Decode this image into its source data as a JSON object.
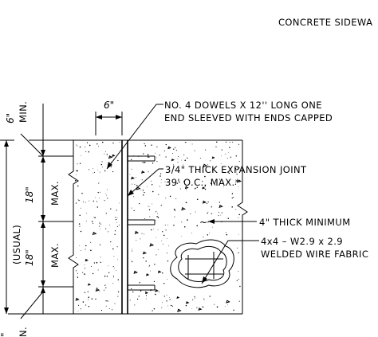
{
  "title": "CONCRETE SIDEWA",
  "callouts": {
    "dowels_line1": "NO. 4 DOWELS X 12'' LONG ONE",
    "dowels_line2": "END SLEEVED WITH ENDS CAPPED",
    "joint_line1": "3/4\" THICK EXPANSION JOINT",
    "joint_line2": "39' O.C., MAX.*",
    "thickness": "4\" THICK MINIMUM",
    "fabric_line1": "4x4 – W2.9 x 2.9",
    "fabric_line2": "WELDED WIRE FABRIC"
  },
  "dimensions": {
    "top_spacing": "6\"",
    "min_top_value": "6\"",
    "min_top_label": "MIN.",
    "upper_value": "18\"",
    "upper_label": "MAX.",
    "lower_value": "18\"",
    "lower_label": "MAX.",
    "usual": "(USUAL)",
    "min_bottom_value": "\"",
    "min_bottom_label": "N."
  },
  "colors": {
    "ink": "#000000",
    "paper": "#ffffff"
  }
}
